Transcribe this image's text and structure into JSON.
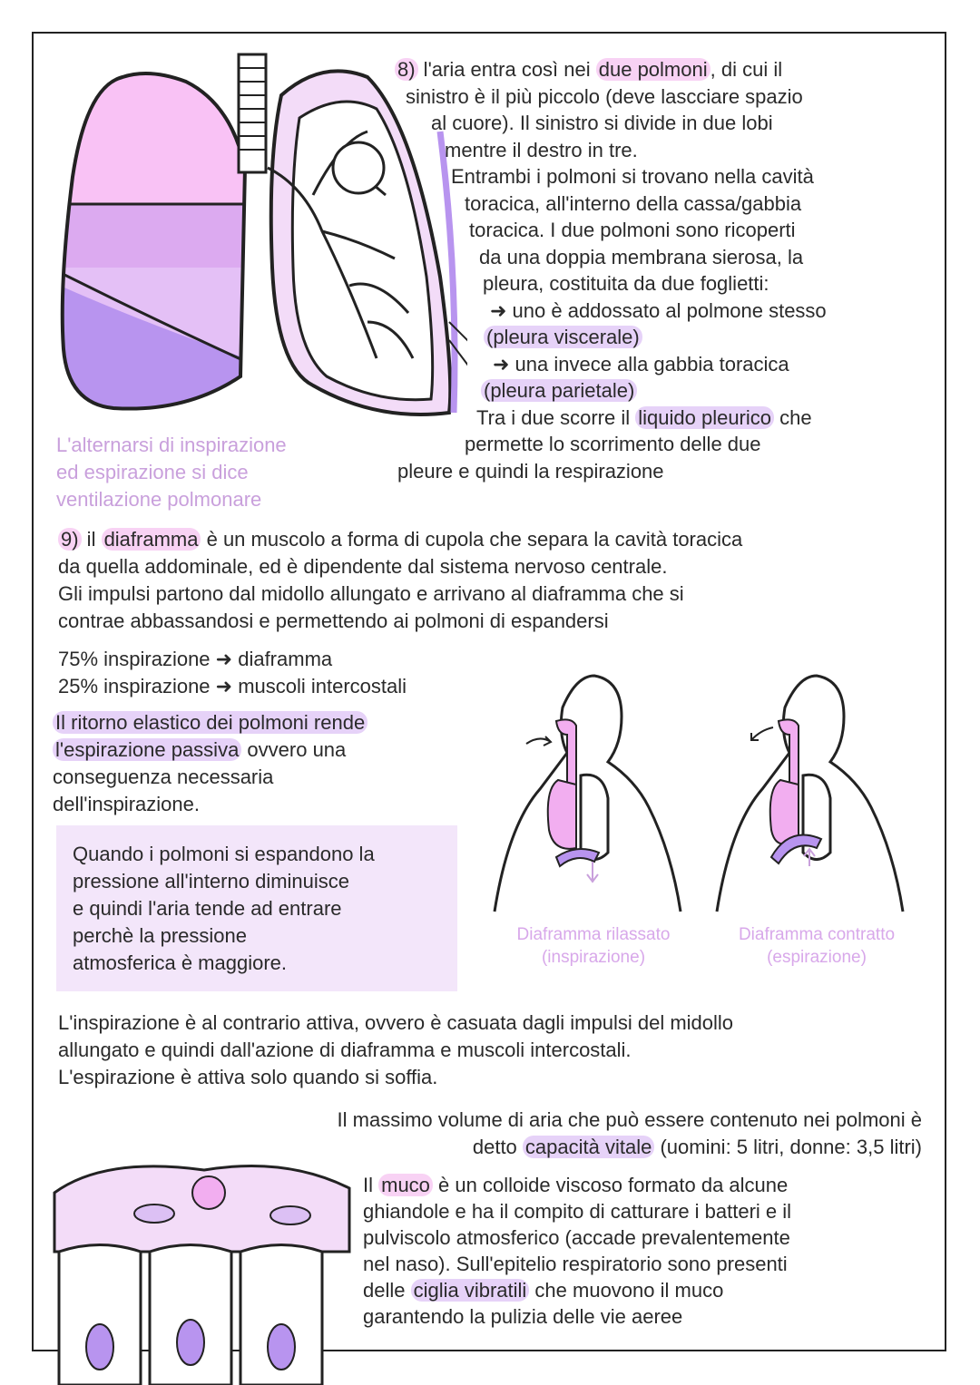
{
  "colors": {
    "pink_highlight": "#f8d2f4",
    "lilac_highlight": "#e6d2f8",
    "lung_pink": "#f9c2f5",
    "lung_mid": "#dcaaf0",
    "lung_dark": "#b894ef",
    "box_bg": "#f3e6fa",
    "caption": "#d8a8ea"
  },
  "blocks": {
    "s8": [
      [
        {
          "t": "8)",
          "h": "pink"
        },
        {
          "t": " l'aria entra così nei "
        },
        {
          "t": "due polmoni",
          "h": "pink"
        },
        {
          "t": ", di cui il"
        }
      ],
      [
        {
          "t": "sinistro è il più piccolo (deve lascciare spazio"
        }
      ],
      [
        {
          "t": "al cuore). Il sinistro si divide in due lobi"
        }
      ],
      [
        {
          "t": "mentre il destro in tre."
        }
      ],
      [
        {
          "t": "Entrambi i polmoni si trovano nella cavità"
        }
      ],
      [
        {
          "t": "toracica, all'interno della cassa/gabbia"
        }
      ],
      [
        {
          "t": "toracica. I due polmoni sono ricoperti"
        }
      ],
      [
        {
          "t": "da una doppia membrana sierosa, la"
        }
      ],
      [
        {
          "t": "pleura, costituita da due foglietti:"
        }
      ],
      [
        {
          "t": "➜ uno è addossato al polmone stesso"
        }
      ],
      [
        {
          "t": "(pleura viscerale)",
          "h": "lilac"
        }
      ],
      [
        {
          "t": "➜ una invece alla gabbia toracica"
        }
      ],
      [
        {
          "t": "(pleura parietale)",
          "h": "lilac"
        }
      ],
      [
        {
          "t": "Tra i due scorre il "
        },
        {
          "t": "liquido pleurico",
          "h": "lilac"
        },
        {
          "t": " che"
        }
      ],
      [
        {
          "t": "permette lo scorrimento delle due"
        }
      ],
      [
        {
          "t": "pleure e quindi la respirazione"
        }
      ]
    ],
    "ventilazione": [
      [
        {
          "t": "L'alternarsi di inspirazione"
        }
      ],
      [
        {
          "t": "ed espirazione si dice"
        }
      ],
      [
        {
          "t": "ventilazione polmonare"
        }
      ]
    ],
    "s9": [
      [
        {
          "t": "9)",
          "h": "pink"
        },
        {
          "t": " il "
        },
        {
          "t": "diaframma",
          "h": "pink"
        },
        {
          "t": " è un muscolo a forma di cupola che separa la cavità toracica"
        }
      ],
      [
        {
          "t": "da quella addominale, ed è dipendente dal sistema nervoso centrale."
        }
      ],
      [
        {
          "t": "Gli impulsi partono dal midollo allungato e arrivano al diaframma che si"
        }
      ],
      [
        {
          "t": "contrae abbassandosi e permettendo ai polmoni di espandersi"
        }
      ]
    ],
    "percent": [
      [
        {
          "t": "75% inspirazione ➜ diaframma"
        }
      ],
      [
        {
          "t": "25% inspirazione ➜ muscoli intercostali"
        }
      ]
    ],
    "elastic": [
      [
        {
          "t": "Il ritorno elastico dei polmoni rende",
          "h": "lilac"
        }
      ],
      [
        {
          "t": "l'espirazione passiva",
          "h": "lilac"
        },
        {
          "t": " ovvero una"
        }
      ],
      [
        {
          "t": "conseguenza necessaria"
        }
      ],
      [
        {
          "t": "dell'inspirazione."
        }
      ]
    ],
    "box": [
      [
        {
          "t": "Quando i polmoni si espandono la"
        }
      ],
      [
        {
          "t": "pressione all'interno diminuisce"
        }
      ],
      [
        {
          "t": "e quindi l'aria tende ad entrare"
        }
      ],
      [
        {
          "t": "perchè la pressione"
        }
      ],
      [
        {
          "t": "atmosferica è maggiore."
        }
      ]
    ],
    "insp": [
      [
        {
          "t": "L'inspirazione è al contrario attiva, ovvero è casuata dagli impulsi del midollo"
        }
      ],
      [
        {
          "t": "allungato e quindi dall'azione di diaframma e muscoli intercostali."
        }
      ],
      [
        {
          "t": "L'espirazione è attiva solo quando si soffia."
        }
      ]
    ],
    "vital": [
      [
        {
          "t": "Il massimo volume di aria che può essere contenuto nei polmoni è"
        }
      ],
      [
        {
          "t": "detto "
        },
        {
          "t": "capacità vitale",
          "h": "lilac"
        },
        {
          "t": " (uomini: 5 litri, donne: 3,5 litri)"
        }
      ]
    ],
    "muco": [
      [
        {
          "t": "Il "
        },
        {
          "t": "muco",
          "h": "pink"
        },
        {
          "t": " è un colloide viscoso formato da alcune"
        }
      ],
      [
        {
          "t": "ghiandole e ha il compito di catturare i batteri e il"
        }
      ],
      [
        {
          "t": "pulviscolo atmosferico (accade prevalentemente"
        }
      ],
      [
        {
          "t": "nel naso). Sull'epitelio respiratorio sono presenti"
        }
      ],
      [
        {
          "t": "delle "
        },
        {
          "t": "ciglia vibratili",
          "h": "lilac"
        },
        {
          "t": " che muovono il muco"
        }
      ],
      [
        {
          "t": "garantendo la pulizia delle vie aeree"
        }
      ]
    ]
  },
  "captions": {
    "relaxed": {
      "title": "Diaframma rilassato",
      "sub": "(inspirazione)"
    },
    "contracted": {
      "title": "Diaframma contratto",
      "sub": "(espirazione)"
    }
  },
  "illustrations": {
    "lungs": "lungs-cross-section-icon",
    "breathing": "human-torso-diaphragm-icon",
    "epithelium": "ciliated-epithelium-icon"
  }
}
